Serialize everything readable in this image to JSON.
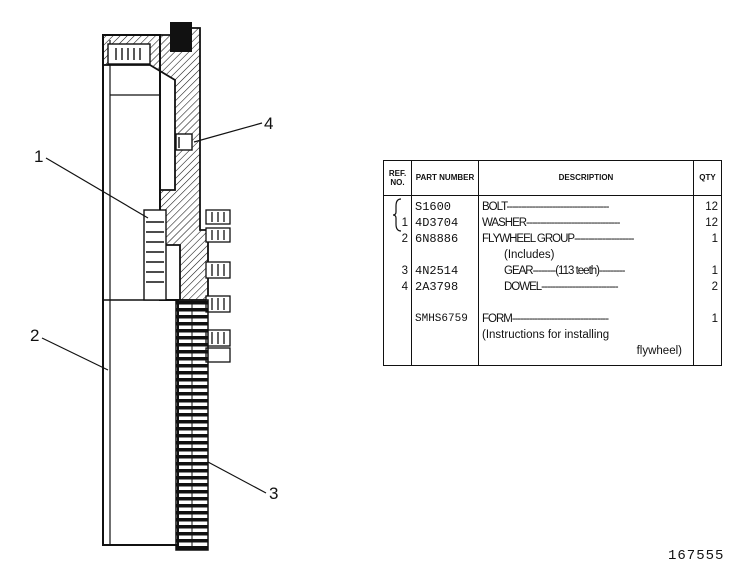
{
  "callouts": {
    "c1": "1",
    "c2": "2",
    "c3": "3",
    "c4": "4"
  },
  "table": {
    "headers": {
      "ref": "REF. NO.",
      "part": "PART NUMBER",
      "desc": "DESCRIPTION",
      "qty": "QTY"
    },
    "rows": [
      {
        "ref": "",
        "part": "S1600",
        "desc": "BOLT------------------------------------",
        "qty": "12"
      },
      {
        "ref": "1",
        "part": "4D3704",
        "desc": "WASHER---------------------------------",
        "qty": "12"
      },
      {
        "ref": "2",
        "part": "6N8886",
        "desc": "FLYWHEEL GROUP---------------------",
        "qty": "1"
      },
      {
        "ref": "",
        "part": "",
        "desc": "(Includes)",
        "qty": ""
      },
      {
        "ref": "3",
        "part": "4N2514",
        "desc": "GEAR--------(113 teeth)---------",
        "qty": "1"
      },
      {
        "ref": "4",
        "part": "2A3798",
        "desc": "DOWEL---------------------------",
        "qty": "2"
      },
      {
        "ref": "",
        "part": "",
        "desc": "",
        "qty": ""
      },
      {
        "ref": "",
        "part": "SMHS6759",
        "desc": "FORM----------------------------------",
        "qty": "1"
      },
      {
        "ref": "",
        "part": "",
        "desc": "(Instructions for installing",
        "qty": ""
      },
      {
        "ref": "",
        "part": "",
        "desc": "flywheel)",
        "qty": ""
      }
    ]
  },
  "figure_number": "167555"
}
